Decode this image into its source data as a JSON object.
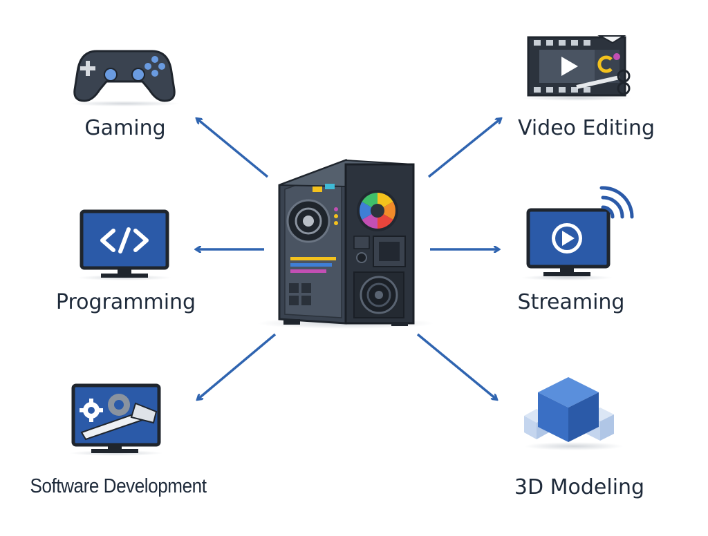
{
  "nodes": {
    "gaming": {
      "label": "Gaming",
      "icon": "gamepad-icon"
    },
    "programming": {
      "label": "Programming",
      "icon": "code-monitor-icon"
    },
    "software_development": {
      "label": "Software Development",
      "icon": "gear-hammer-monitor-icon"
    },
    "video_editing": {
      "label": "Video Editing",
      "icon": "film-strip-icon"
    },
    "streaming": {
      "label": "Streaming",
      "icon": "play-monitor-icon"
    },
    "modeling_3d": {
      "label": "3D Modeling",
      "icon": "cube-icon"
    }
  },
  "center": {
    "icon": "pc-tower-icon"
  },
  "colors": {
    "arrow": "#2f64b0",
    "icon_dark": "#3b4552",
    "screen_blue": "#2b5aa8",
    "text": "#1e2a3a"
  }
}
